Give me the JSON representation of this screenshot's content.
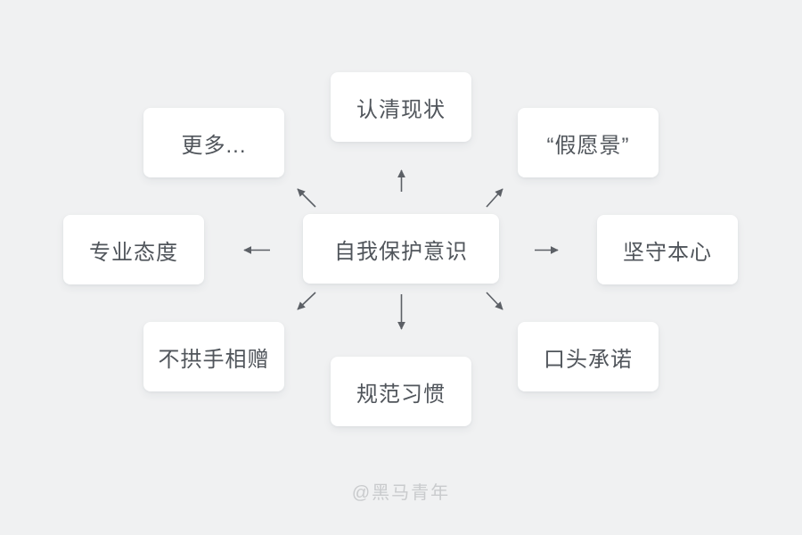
{
  "diagram": {
    "center_node": {
      "label": "自我保护意识"
    },
    "nodes": [
      {
        "position": "top",
        "label": "认清现状"
      },
      {
        "position": "top-left",
        "label": "更多..."
      },
      {
        "position": "top-right",
        "label": "“假愿景”"
      },
      {
        "position": "left",
        "label": "专业态度"
      },
      {
        "position": "right",
        "label": "坚守本心"
      },
      {
        "position": "bottom-left",
        "label": "不拱手相赠"
      },
      {
        "position": "bottom-right",
        "label": "口头承诺"
      },
      {
        "position": "bottom",
        "label": "规范习惯"
      }
    ],
    "arrows": [
      "center-to-top",
      "center-to-top-left",
      "center-to-top-right",
      "center-to-left",
      "center-to-right",
      "center-to-bottom-left",
      "center-to-bottom-right",
      "center-to-bottom"
    ]
  },
  "footer": {
    "watermark": "@黑马青年"
  },
  "colors": {
    "background": "#f0f1f2",
    "card_background": "#ffffff",
    "text": "#50555b",
    "arrow": "#5c6066",
    "watermark": "#c9cbcd"
  }
}
